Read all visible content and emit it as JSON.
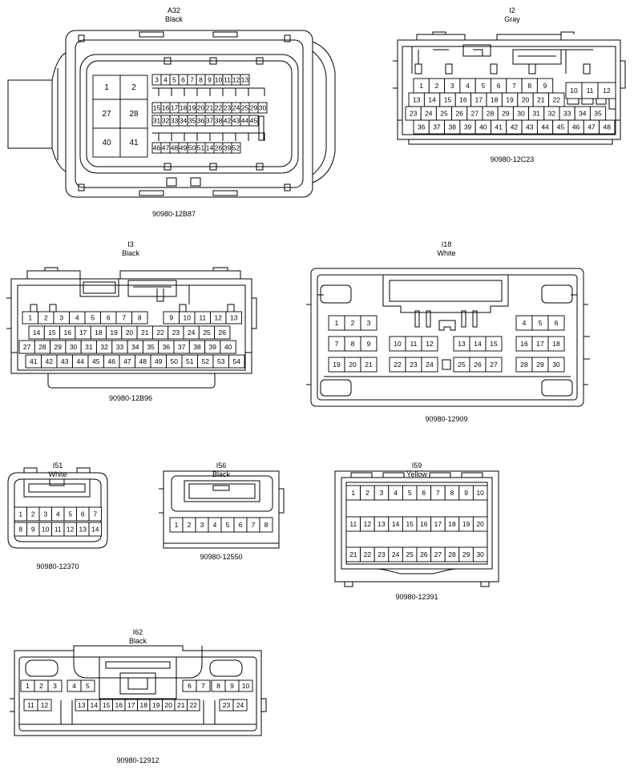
{
  "connectors": [
    {
      "id": "A32",
      "code": "A32",
      "color": "Black",
      "part": "90980-12B87",
      "pins": [
        {
          "label": "1"
        },
        {
          "label": "2"
        },
        {
          "label": "27"
        },
        {
          "label": "28"
        },
        {
          "label": "40"
        },
        {
          "label": "41"
        },
        {
          "label": "3"
        },
        {
          "label": "4"
        },
        {
          "label": "5"
        },
        {
          "label": "6"
        },
        {
          "label": "7"
        },
        {
          "label": "8"
        },
        {
          "label": "9"
        },
        {
          "label": "10"
        },
        {
          "label": "11"
        },
        {
          "label": "12"
        },
        {
          "label": "13"
        },
        {
          "label": "15"
        },
        {
          "label": "16"
        },
        {
          "label": "17"
        },
        {
          "label": "18"
        },
        {
          "label": "19"
        },
        {
          "label": "20"
        },
        {
          "label": "21"
        },
        {
          "label": "22"
        },
        {
          "label": "23"
        },
        {
          "label": "24"
        },
        {
          "label": "25"
        },
        {
          "label": "29"
        },
        {
          "label": "30"
        },
        {
          "label": "31"
        },
        {
          "label": "32"
        },
        {
          "label": "33"
        },
        {
          "label": "34"
        },
        {
          "label": "35"
        },
        {
          "label": "36"
        },
        {
          "label": "37"
        },
        {
          "label": "38"
        },
        {
          "label": "42"
        },
        {
          "label": "43"
        },
        {
          "label": "44"
        },
        {
          "label": "45"
        },
        {
          "label": "46"
        },
        {
          "label": "47"
        },
        {
          "label": "48"
        },
        {
          "label": "49"
        },
        {
          "label": "50"
        },
        {
          "label": "51"
        },
        {
          "label": "14"
        },
        {
          "label": "26"
        },
        {
          "label": "39"
        },
        {
          "label": "52"
        }
      ]
    },
    {
      "id": "I2",
      "code": "I2",
      "color": "Gray",
      "part": "90980-12C23",
      "pins": [
        {
          "label": "1"
        },
        {
          "label": "2"
        },
        {
          "label": "3"
        },
        {
          "label": "4"
        },
        {
          "label": "5"
        },
        {
          "label": "6"
        },
        {
          "label": "7"
        },
        {
          "label": "8"
        },
        {
          "label": "9"
        },
        {
          "label": "10"
        },
        {
          "label": "11"
        },
        {
          "label": "12"
        },
        {
          "label": "13"
        },
        {
          "label": "14"
        },
        {
          "label": "15"
        },
        {
          "label": "16"
        },
        {
          "label": "17"
        },
        {
          "label": "18"
        },
        {
          "label": "19"
        },
        {
          "label": "20"
        },
        {
          "label": "21"
        },
        {
          "label": "22"
        },
        {
          "label": "23"
        },
        {
          "label": "24"
        },
        {
          "label": "25"
        },
        {
          "label": "26"
        },
        {
          "label": "27"
        },
        {
          "label": "28"
        },
        {
          "label": "29"
        },
        {
          "label": "30"
        },
        {
          "label": "31"
        },
        {
          "label": "32"
        },
        {
          "label": "33"
        },
        {
          "label": "34"
        },
        {
          "label": "35"
        },
        {
          "label": "36"
        },
        {
          "label": "37"
        },
        {
          "label": "38"
        },
        {
          "label": "39"
        },
        {
          "label": "40"
        },
        {
          "label": "41"
        },
        {
          "label": "42"
        },
        {
          "label": "43"
        },
        {
          "label": "44"
        },
        {
          "label": "45"
        },
        {
          "label": "46"
        },
        {
          "label": "47"
        },
        {
          "label": "48"
        }
      ]
    },
    {
      "id": "I3",
      "code": "I3",
      "color": "Black",
      "part": "90980-12B96",
      "pins": [
        {
          "label": "1"
        },
        {
          "label": "2"
        },
        {
          "label": "3"
        },
        {
          "label": "4"
        },
        {
          "label": "5"
        },
        {
          "label": "6"
        },
        {
          "label": "7"
        },
        {
          "label": "8"
        },
        {
          "label": "9"
        },
        {
          "label": "10"
        },
        {
          "label": "11"
        },
        {
          "label": "12"
        },
        {
          "label": "13"
        },
        {
          "label": "14"
        },
        {
          "label": "15"
        },
        {
          "label": "16"
        },
        {
          "label": "17"
        },
        {
          "label": "18"
        },
        {
          "label": "19"
        },
        {
          "label": "20"
        },
        {
          "label": "21"
        },
        {
          "label": "22"
        },
        {
          "label": "23"
        },
        {
          "label": "24"
        },
        {
          "label": "25"
        },
        {
          "label": "26"
        },
        {
          "label": "27"
        },
        {
          "label": "28"
        },
        {
          "label": "29"
        },
        {
          "label": "30"
        },
        {
          "label": "31"
        },
        {
          "label": "32"
        },
        {
          "label": "33"
        },
        {
          "label": "34"
        },
        {
          "label": "35"
        },
        {
          "label": "36"
        },
        {
          "label": "37"
        },
        {
          "label": "38"
        },
        {
          "label": "39"
        },
        {
          "label": "40"
        },
        {
          "label": "41"
        },
        {
          "label": "42"
        },
        {
          "label": "43"
        },
        {
          "label": "44"
        },
        {
          "label": "45"
        },
        {
          "label": "46"
        },
        {
          "label": "47"
        },
        {
          "label": "48"
        },
        {
          "label": "49"
        },
        {
          "label": "50"
        },
        {
          "label": "51"
        },
        {
          "label": "52"
        },
        {
          "label": "53"
        },
        {
          "label": "54"
        }
      ]
    },
    {
      "id": "I18",
      "code": "I18",
      "color": "White",
      "part": "90980-12909",
      "pins": [
        {
          "label": "1"
        },
        {
          "label": "2"
        },
        {
          "label": "3"
        },
        {
          "label": "4"
        },
        {
          "label": "5"
        },
        {
          "label": "6"
        },
        {
          "label": "7"
        },
        {
          "label": "8"
        },
        {
          "label": "9"
        },
        {
          "label": "10"
        },
        {
          "label": "11"
        },
        {
          "label": "12"
        },
        {
          "label": "13"
        },
        {
          "label": "14"
        },
        {
          "label": "15"
        },
        {
          "label": "16"
        },
        {
          "label": "17"
        },
        {
          "label": "18"
        },
        {
          "label": "19"
        },
        {
          "label": "20"
        },
        {
          "label": "21"
        },
        {
          "label": "22"
        },
        {
          "label": "23"
        },
        {
          "label": "24"
        },
        {
          "label": "25"
        },
        {
          "label": "26"
        },
        {
          "label": "27"
        },
        {
          "label": "28"
        },
        {
          "label": "29"
        },
        {
          "label": "30"
        }
      ]
    },
    {
      "id": "I51",
      "code": "I51",
      "color": "White",
      "part": "90980-12370",
      "pins": [
        {
          "label": "1"
        },
        {
          "label": "2"
        },
        {
          "label": "3"
        },
        {
          "label": "4"
        },
        {
          "label": "5"
        },
        {
          "label": "6"
        },
        {
          "label": "7"
        },
        {
          "label": "8"
        },
        {
          "label": "9"
        },
        {
          "label": "10"
        },
        {
          "label": "11"
        },
        {
          "label": "12"
        },
        {
          "label": "13"
        },
        {
          "label": "14"
        }
      ]
    },
    {
      "id": "I56",
      "code": "I56",
      "color": "Black",
      "part": "90980-12550",
      "pins": [
        {
          "label": "1"
        },
        {
          "label": "2"
        },
        {
          "label": "3"
        },
        {
          "label": "4"
        },
        {
          "label": "5"
        },
        {
          "label": "6"
        },
        {
          "label": "7"
        },
        {
          "label": "8"
        }
      ]
    },
    {
      "id": "I59",
      "code": "I59",
      "color": "Yellow",
      "part": "90980-12391",
      "pins": [
        {
          "label": "1"
        },
        {
          "label": "2"
        },
        {
          "label": "3"
        },
        {
          "label": "4"
        },
        {
          "label": "5"
        },
        {
          "label": "6"
        },
        {
          "label": "7"
        },
        {
          "label": "8"
        },
        {
          "label": "9"
        },
        {
          "label": "10"
        },
        {
          "label": "11"
        },
        {
          "label": "12"
        },
        {
          "label": "13"
        },
        {
          "label": "14"
        },
        {
          "label": "15"
        },
        {
          "label": "16"
        },
        {
          "label": "17"
        },
        {
          "label": "18"
        },
        {
          "label": "19"
        },
        {
          "label": "20"
        },
        {
          "label": "21"
        },
        {
          "label": "22"
        },
        {
          "label": "23"
        },
        {
          "label": "24"
        },
        {
          "label": "25"
        },
        {
          "label": "26"
        },
        {
          "label": "27"
        },
        {
          "label": "28"
        },
        {
          "label": "29"
        },
        {
          "label": "30"
        }
      ]
    },
    {
      "id": "I62",
      "code": "I62",
      "color": "Black",
      "part": "90980-12912",
      "pins": [
        {
          "label": "1"
        },
        {
          "label": "2"
        },
        {
          "label": "3"
        },
        {
          "label": "4"
        },
        {
          "label": "5"
        },
        {
          "label": "6"
        },
        {
          "label": "7"
        },
        {
          "label": "8"
        },
        {
          "label": "9"
        },
        {
          "label": "10"
        },
        {
          "label": "11"
        },
        {
          "label": "12"
        },
        {
          "label": "13"
        },
        {
          "label": "14"
        },
        {
          "label": "15"
        },
        {
          "label": "16"
        },
        {
          "label": "17"
        },
        {
          "label": "18"
        },
        {
          "label": "19"
        },
        {
          "label": "20"
        },
        {
          "label": "21"
        },
        {
          "label": "22"
        },
        {
          "label": "23"
        },
        {
          "label": "24"
        }
      ]
    }
  ]
}
